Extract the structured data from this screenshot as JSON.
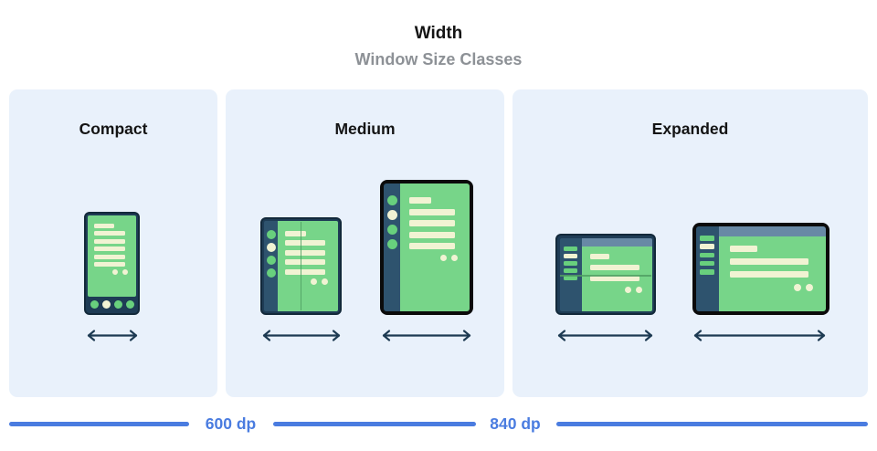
{
  "header": {
    "title": "Width",
    "subtitle": "Window Size Classes"
  },
  "panels": [
    {
      "id": "compact",
      "label": "Compact",
      "devices": [
        "phone"
      ]
    },
    {
      "id": "medium",
      "label": "Medium",
      "devices": [
        "foldable-open",
        "tablet-portrait"
      ]
    },
    {
      "id": "expanded",
      "label": "Expanded",
      "devices": [
        "foldable-landscape",
        "tablet-landscape"
      ]
    }
  ],
  "ruler": {
    "breakpoints": [
      "600 dp",
      "840 dp"
    ]
  },
  "colors": {
    "panel_bg": "#e9f1fb",
    "subtitle_gray": "#8d9196",
    "frame_navy": "#1e3c55",
    "frame_border": "#13293a",
    "frame_black": "#0b0b0b",
    "rail_navy": "#2e536e",
    "screen_green": "#77d589",
    "bar_green": "#68d07d",
    "content_cream": "#f1f3d3",
    "top_bar_slate": "#6889a5",
    "fold_green": "#4f9f63",
    "arrow_navy": "#1d3a52",
    "accent_blue": "#4a7ce0"
  }
}
